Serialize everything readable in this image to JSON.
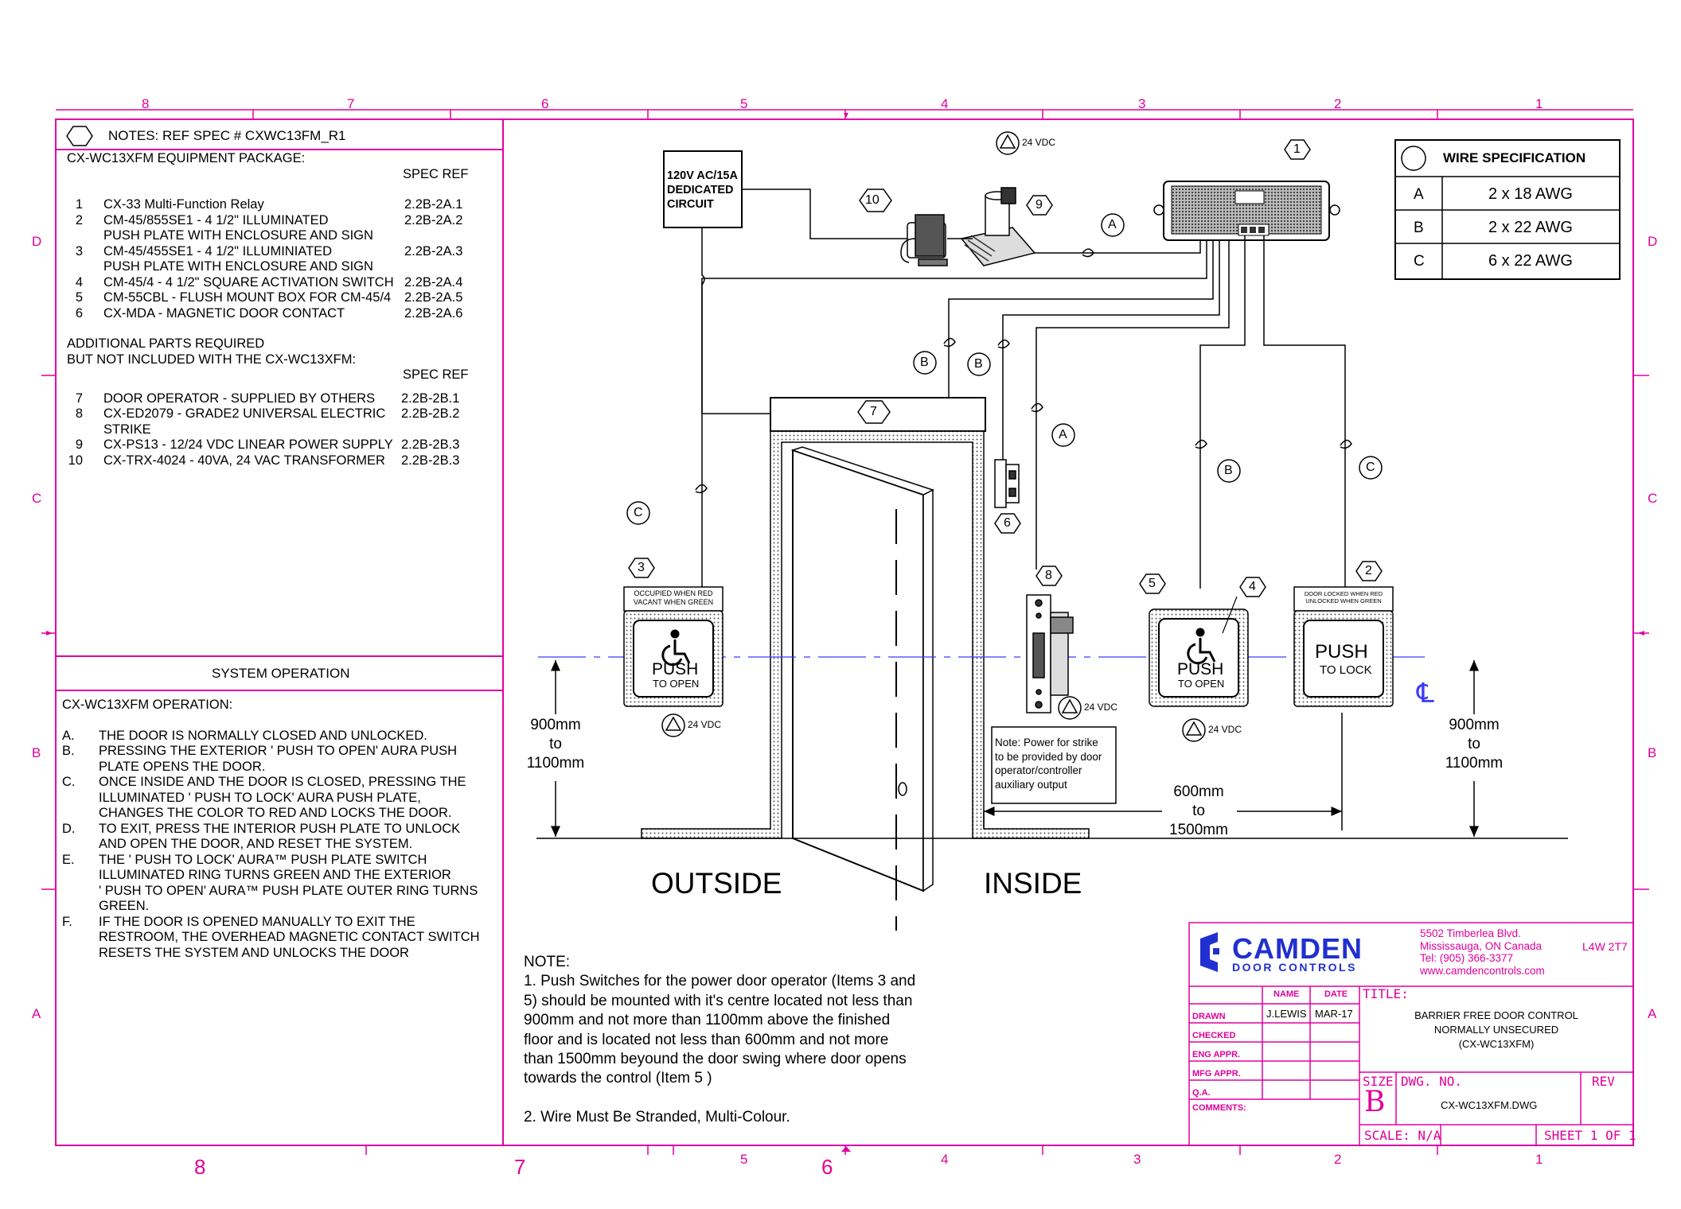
{
  "frame": {
    "top_zones": [
      "8",
      "7",
      "6",
      "5",
      "4",
      "3",
      "2",
      "1"
    ],
    "bottom_zones": [
      "8",
      "7",
      "5",
      "6",
      "4",
      "3",
      "2",
      "1"
    ],
    "side_zones": [
      "D",
      "C",
      "B",
      "A"
    ]
  },
  "notes": {
    "header": "NOTES:  REF SPEC # CXWC13FM_R1",
    "package_title": "CX-WC13XFM EQUIPMENT PACKAGE:",
    "spec_ref_label": "SPEC REF",
    "items": [
      {
        "num": "1",
        "desc": "CX-33 Multi-Function Relay",
        "ref": "2.2B-2A.1"
      },
      {
        "num": "2",
        "desc": "CM-45/855SE1 - 4 1/2\" ILLUMINATED",
        "ref": "2.2B-2A.2"
      },
      {
        "num": "",
        "desc": "PUSH PLATE WITH ENCLOSURE AND SIGN",
        "ref": ""
      },
      {
        "num": "3",
        "desc": "CM-45/455SE1 - 4 1/2\" ILLUMINIATED",
        "ref": "2.2B-2A.3"
      },
      {
        "num": "",
        "desc": "PUSH PLATE WITH ENCLOSURE AND SIGN",
        "ref": ""
      },
      {
        "num": "4",
        "desc": "CM-45/4 - 4 1/2\" SQUARE ACTIVATION SWITCH",
        "ref": "2.2B-2A.4"
      },
      {
        "num": "5",
        "desc": "CM-55CBL - FLUSH MOUNT BOX FOR CM-45/4",
        "ref": "2.2B-2A.5"
      },
      {
        "num": "6",
        "desc": "CX-MDA - MAGNETIC DOOR CONTACT",
        "ref": "2.2B-2A.6"
      }
    ],
    "additional_title_1": "ADDITIONAL PARTS REQUIRED",
    "additional_title_2": "BUT NOT INCLUDED WITH THE CX-WC13XFM:",
    "additional_spec_ref_label": "SPEC REF",
    "additional_items": [
      {
        "num": "7",
        "desc": "DOOR OPERATOR - SUPPLIED BY OTHERS",
        "ref": "2.2B-2B.1"
      },
      {
        "num": "8",
        "desc": "CX-ED2079 - GRADE2 UNIVERSAL ELECTRIC",
        "ref": "2.2B-2B.2"
      },
      {
        "num": "",
        "desc": "STRIKE",
        "ref": ""
      },
      {
        "num": "9",
        "desc": "CX-PS13 - 12/24 VDC LINEAR POWER SUPPLY",
        "ref": "2.2B-2B.3"
      },
      {
        "num": "10",
        "desc": "CX-TRX-4024 - 40VA, 24 VAC TRANSFORMER",
        "ref": "2.2B-2B.3"
      }
    ]
  },
  "system_operation": {
    "title": "SYSTEM OPERATION",
    "subtitle": "CX-WC13XFM OPERATION:",
    "steps": [
      {
        "letter": "A.",
        "lines": [
          "THE DOOR IS NORMALLY CLOSED AND UNLOCKED."
        ]
      },
      {
        "letter": "B.",
        "lines": [
          "PRESSING THE EXTERIOR ' PUSH TO OPEN' AURA PUSH",
          "PLATE OPENS THE DOOR."
        ]
      },
      {
        "letter": "C.",
        "lines": [
          "ONCE INSIDE AND THE DOOR IS CLOSED, PRESSING THE",
          "ILLUMINATED ' PUSH TO LOCK' AURA PUSH PLATE,",
          "CHANGES THE COLOR TO RED AND LOCKS THE DOOR."
        ]
      },
      {
        "letter": "D.",
        "lines": [
          "TO EXIT, PRESS THE INTERIOR PUSH PLATE TO UNLOCK",
          "AND OPEN THE DOOR, AND RESET THE SYSTEM."
        ]
      },
      {
        "letter": "E.",
        "lines": [
          "THE ' PUSH TO LOCK' AURA™ PUSH PLATE SWITCH",
          "ILLUMINATED RING TURNS GREEN AND THE EXTERIOR",
          "' PUSH TO OPEN' AURA™ PUSH PLATE OUTER RING TURNS",
          "GREEN."
        ]
      },
      {
        "letter": "F.",
        "lines": [
          "IF THE DOOR IS OPENED MANUALLY TO EXIT THE",
          "RESTROOM, THE OVERHEAD MAGNETIC CONTACT SWITCH",
          "RESETS THE SYSTEM AND UNLOCKS THE DOOR"
        ]
      }
    ]
  },
  "wire_spec": {
    "title": "WIRE SPECIFICATION",
    "rows": [
      {
        "code": "A",
        "spec": "2 x 18 AWG"
      },
      {
        "code": "B",
        "spec": "2 x 22 AWG"
      },
      {
        "code": "C",
        "spec": "6 x 22 AWG"
      }
    ]
  },
  "diagram": {
    "circuit_lines": [
      "120V AC/15A",
      "DEDICATED",
      "CIRCUIT"
    ],
    "vdc": "24 VDC",
    "outside": "OUTSIDE",
    "inside": "INSIDE",
    "plate3_sign": [
      "OCCUPIED WHEN RED",
      "VACANT WHEN GREEN"
    ],
    "plate2_sign": [
      "DOOR LOCKED WHEN RED",
      "UNLOCKED WHEN GREEN"
    ],
    "push": "PUSH",
    "to_open": "TO OPEN",
    "to_lock": "TO LOCK",
    "height_left": [
      "900mm",
      "to",
      "1100mm"
    ],
    "height_right": [
      "900mm",
      "to",
      "1100mm"
    ],
    "dist": [
      "600mm",
      "to",
      "1500mm"
    ],
    "strike_note": [
      "Note: Power for strike",
      "to be provided by door",
      "operator/controller",
      "auxiliary output"
    ],
    "centerline": "℄",
    "callouts": [
      "1",
      "2",
      "3",
      "4",
      "5",
      "6",
      "7",
      "8",
      "9",
      "10"
    ],
    "wire_letters": [
      "A",
      "B",
      "C"
    ]
  },
  "bottom_note": {
    "title": "NOTE:",
    "lines": [
      "1. Push Switches for the power door operator (Items 3 and",
      "5) should be mounted with it's centre located not less than",
      "900mm and not more than 1100mm above the finished",
      "floor and is located not less than 600mm and not more",
      "than 1500mm beyound the door swing where door opens",
      "towards the control (Item 5 )"
    ],
    "line2": "2. Wire Must Be Stranded, Multi-Colour."
  },
  "title_block": {
    "company": "CAMDEN",
    "company_sub": "DOOR CONTROLS",
    "address": [
      "5502 Timberlea Blvd.",
      "Mississauga, ON  Canada",
      "Tel: (905) 366-3377",
      "www.camdencontrols.com"
    ],
    "postal": "L4W 2T7",
    "name_hdr": "NAME",
    "date_hdr": "DATE",
    "rows": [
      "DRAWN",
      "CHECKED",
      "ENG APPR.",
      "MFG APPR.",
      "Q.A.",
      "COMMENTS:"
    ],
    "drawn_name": "J.LEWIS",
    "drawn_date": "MAR-17",
    "title_label": "TITLE:",
    "title_lines": [
      "BARRIER FREE DOOR CONTROL",
      "NORMALLY UNSECURED",
      "(CX-WC13XFM)"
    ],
    "size_label": "SIZE",
    "size_value": "B",
    "dwg_label": "DWG.  NO.",
    "dwg_value": "CX-WC13XFM.DWG",
    "rev_label": "REV",
    "scale": "SCALE: N/A",
    "sheet": "SHEET 1 OF 1"
  },
  "colors": {
    "frame": "#e000a0",
    "centerline": "#3a3aff"
  }
}
